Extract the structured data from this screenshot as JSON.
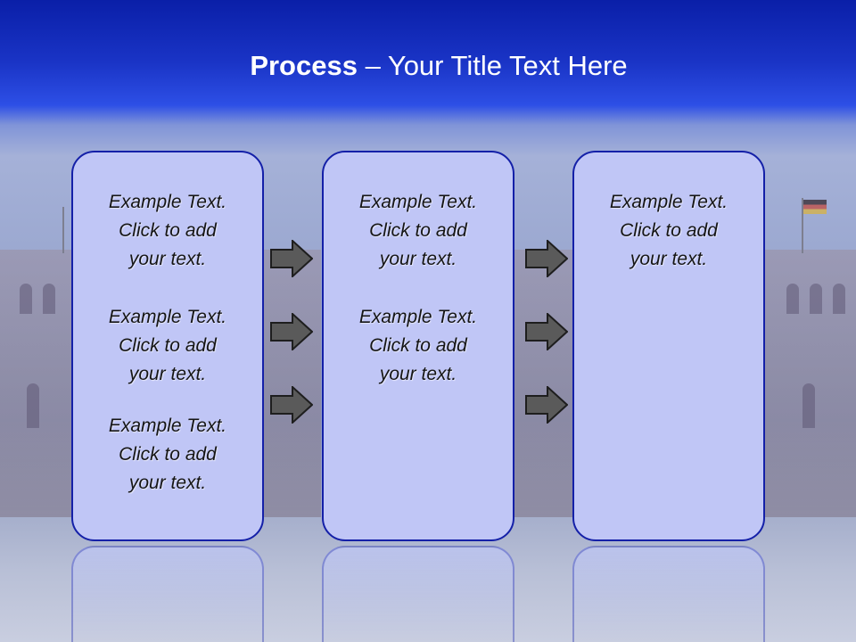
{
  "title": {
    "bold": "Process",
    "rest": " – Your Title Text Here"
  },
  "panels": [
    {
      "blocks": [
        {
          "line1": "Example Text.",
          "line2": "Click  to add",
          "line3": "your text."
        },
        {
          "line1": "Example Text.",
          "line2": "Click  to add",
          "line3": "your text."
        },
        {
          "line1": "Example Text.",
          "line2": "Click  to add",
          "line3": "your text."
        }
      ]
    },
    {
      "blocks": [
        {
          "line1": "Example Text.",
          "line2": "Click  to add",
          "line3": "your text."
        },
        {
          "line1": "Example Text.",
          "line2": "Click  to add",
          "line3": "your text."
        }
      ]
    },
    {
      "blocks": [
        {
          "line1": "Example Text.",
          "line2": "Click  to add",
          "line3": "your text."
        }
      ]
    }
  ],
  "colors": {
    "header": "#0a1fa8",
    "panel_fill": "#c0c6f6",
    "panel_border": "#1420a8",
    "arrow_fill": "#5a5a5a"
  }
}
